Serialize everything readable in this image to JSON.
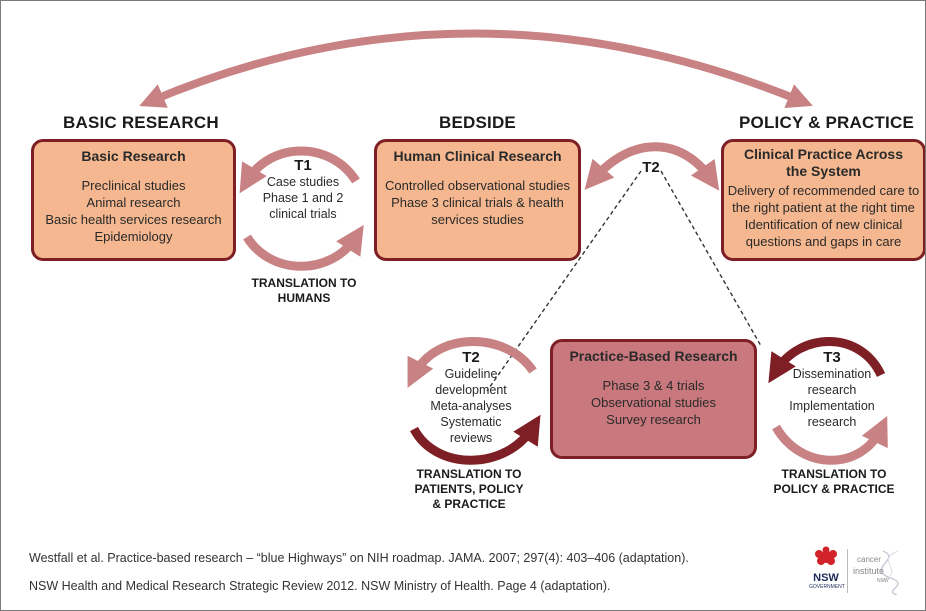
{
  "headings": {
    "basic": "BASIC RESEARCH",
    "bedside": "BEDSIDE",
    "policy": "POLICY & PRACTICE"
  },
  "boxes": {
    "basic_research": {
      "title": "Basic Research",
      "lines": [
        "Preclinical studies",
        "Animal research",
        "Basic health services research",
        "Epidemiology"
      ]
    },
    "human_clinical": {
      "title": "Human Clinical Research",
      "lines": [
        "Controlled observational studies",
        "Phase 3 clinical trials & health",
        "services studies"
      ]
    },
    "clinical_practice": {
      "title_lines": [
        "Clinical Practice Across",
        "the System"
      ],
      "lines": [
        "Delivery of recommended care to",
        "the right patient at the right time",
        "Identification of new clinical",
        "questions and gaps in care"
      ]
    },
    "practice_based": {
      "title": "Practice-Based Research",
      "lines": [
        "Phase 3 & 4 trials",
        "Observational studies",
        "Survey research"
      ]
    }
  },
  "cycles": {
    "t1": {
      "label": "T1",
      "lines": [
        "Case studies",
        "Phase 1 and 2",
        "clinical trials"
      ]
    },
    "t2_top": {
      "label": "T2"
    },
    "t2_left": {
      "label": "T2",
      "lines": [
        "Guideline",
        "development",
        "Meta-analyses",
        "Systematic",
        "reviews"
      ]
    },
    "t3": {
      "label": "T3",
      "lines": [
        "Dissemination",
        "research",
        "Implementation",
        "research"
      ]
    }
  },
  "captions": {
    "to_humans": [
      "TRANSLATION TO",
      "HUMANS"
    ],
    "to_patients": [
      "TRANSLATION TO",
      "PATIENTS, POLICY",
      "& PRACTICE"
    ],
    "to_policy": [
      "TRANSLATION TO",
      "POLICY & PRACTICE"
    ]
  },
  "references": [
    "Westfall et al. Practice-based research – “blue Highways” on NIH roadmap. JAMA. 2007; 297(4): 403–406 (adaptation).",
    "NSW Health and Medical Research Strategic Review 2012. NSW Ministry of Health. Page 4 (adaptation)."
  ],
  "logos": {
    "nsw": "NSW",
    "nsw_sub": "GOVERNMENT",
    "cancer_institute": [
      "cancer",
      "institute",
      "NSW"
    ]
  },
  "colors": {
    "box_fill": "#f4b78f",
    "box_border": "#7d1f24",
    "practice_box_fill": "#c9787d",
    "arrow_light": "#c98283",
    "arrow_dark": "#7d1f24"
  }
}
